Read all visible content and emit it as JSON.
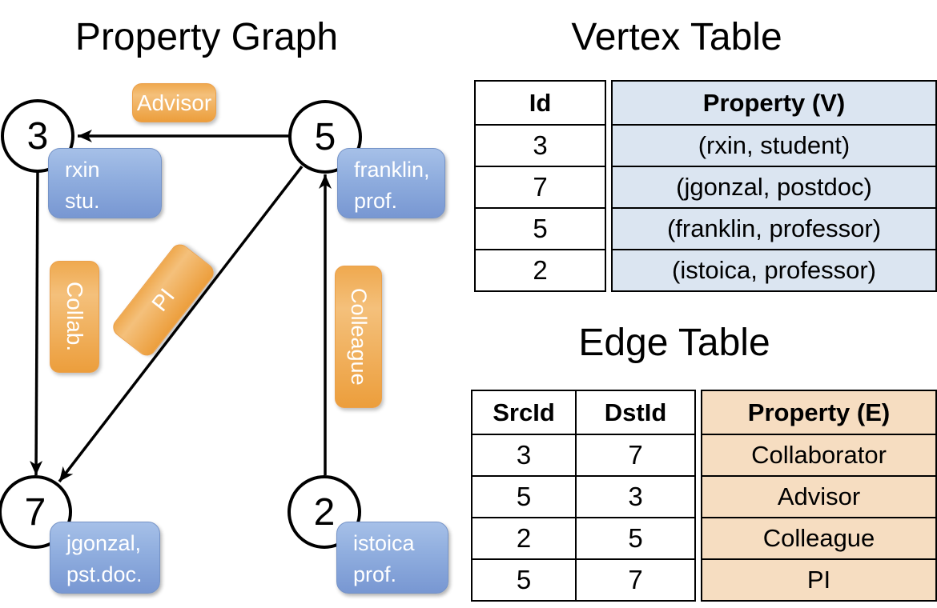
{
  "graph": {
    "title": "Property Graph",
    "vertices": [
      {
        "id": "3",
        "label": "rxin\nstu."
      },
      {
        "id": "5",
        "label": "franklin,\nprof."
      },
      {
        "id": "7",
        "label": "jgonzal,\npst.doc."
      },
      {
        "id": "2",
        "label": "istoica\nprof."
      }
    ],
    "edge_labels": {
      "advisor": "Advisor",
      "collab": "Collab.",
      "pi": "PI",
      "colleague": "Colleague"
    }
  },
  "vertex_table": {
    "title": "Vertex Table",
    "columns": {
      "id": "Id",
      "property": "Property (V)"
    },
    "rows": [
      {
        "id": "3",
        "property": "(rxin, student)"
      },
      {
        "id": "7",
        "property": "(jgonzal, postdoc)"
      },
      {
        "id": "5",
        "property": "(franklin, professor)"
      },
      {
        "id": "2",
        "property": "(istoica, professor)"
      }
    ]
  },
  "edge_table": {
    "title": "Edge Table",
    "columns": {
      "src": "SrcId",
      "dst": "DstId",
      "property": "Property (E)"
    },
    "rows": [
      {
        "src": "3",
        "dst": "7",
        "property": "Collaborator"
      },
      {
        "src": "5",
        "dst": "3",
        "property": "Advisor"
      },
      {
        "src": "2",
        "dst": "5",
        "property": "Colleague"
      },
      {
        "src": "5",
        "dst": "7",
        "property": "PI"
      }
    ]
  },
  "colors": {
    "vertex_box_blue": "#7897d2",
    "edge_box_orange": "#ec9e3c",
    "vertex_property_cell_bg": "#dbe5f1",
    "edge_property_cell_bg": "#f6ddc1",
    "table_border": "#000000",
    "text_on_boxes": "#ffffff"
  }
}
